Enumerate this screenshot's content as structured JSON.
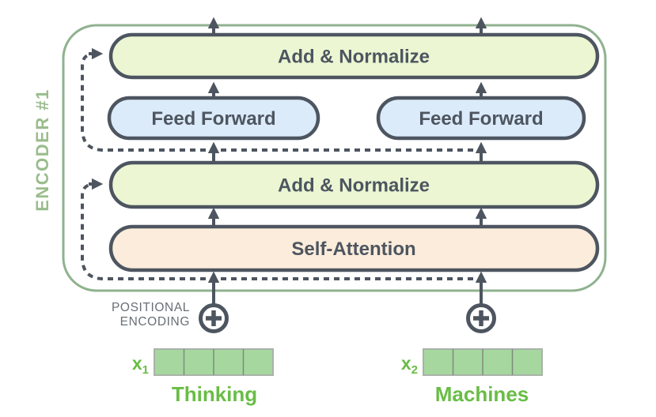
{
  "diagram": {
    "title_meaning": "Transformer encoder block with residual connections",
    "encoder_label": "ENCODER #1",
    "blocks": [
      {
        "id": "add-normalize-top",
        "label": "Add & Normalize"
      },
      {
        "id": "feed-forward-left",
        "label": "Feed Forward"
      },
      {
        "id": "feed-forward-right",
        "label": "Feed Forward"
      },
      {
        "id": "add-normalize-middle",
        "label": "Add & Normalize"
      },
      {
        "id": "self-attention",
        "label": "Self-Attention"
      }
    ],
    "positional_encoding": {
      "line1": "POSITIONAL",
      "line2": "ENCODING"
    },
    "inputs": [
      {
        "label": "x",
        "sub": "1",
        "word": "Thinking",
        "cells": 4
      },
      {
        "label": "x",
        "sub": "2",
        "word": "Machines",
        "cells": 4
      }
    ],
    "icons": [
      "plus-circle-icon",
      "up-arrow",
      "dashed-residual-arrow"
    ],
    "colors": {
      "encoder_border": "#8fb28f",
      "encoder_label_green": "#9abc8c",
      "outline_dark": "#4d5560",
      "add_normalize_fill": "#ecf6d3",
      "feed_forward_fill": "#dcebfa",
      "self_attention_fill": "#fcecdb",
      "vector_cell_fill": "#a5d79f",
      "bright_green_text": "#69bd45",
      "positional_text": "#696f75",
      "background": "#ffffff"
    }
  }
}
